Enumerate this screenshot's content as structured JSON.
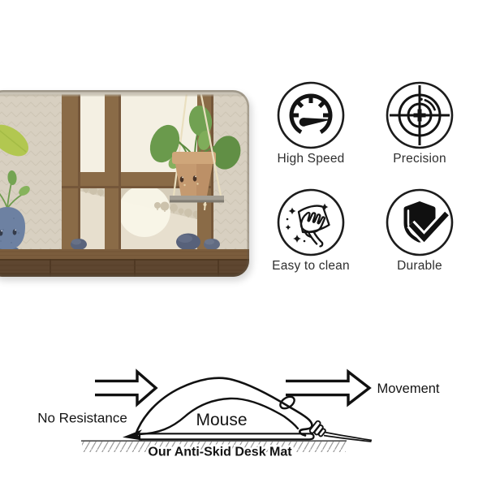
{
  "features": [
    {
      "icon": "speedometer-icon",
      "label": "High Speed"
    },
    {
      "icon": "crosshair-target-icon",
      "label": "Precision"
    },
    {
      "icon": "wiping-hand-icon",
      "label": "Easy to clean"
    },
    {
      "icon": "shield-check-icon",
      "label": "Durable"
    }
  ],
  "diagram": {
    "no_resistance_label": "No Resistance",
    "movement_label": "Movement",
    "mouse_label": "Mouse",
    "mat_label": "Our Anti-Skid Desk Mat"
  },
  "colors": {
    "ink": "#141414",
    "feature_label_text": "#2e2e2e",
    "mat_wall": "#d8d0c1",
    "mat_window_frame": "#8a6b47",
    "mat_window_pane": "#f4f0e3",
    "mat_hill": "#d6cdba",
    "mat_sun": "#f9f5e8",
    "mat_sill": "#5e4630",
    "mat_leaf_green": "#6a9a4c",
    "mat_lime_leaf": "#b2c750",
    "mat_terracotta_pot": "#c59a70",
    "mat_blue_pot": "#6d81a2",
    "mat_pebble": "#57617a",
    "hatch_gray": "#9a9a9a"
  }
}
